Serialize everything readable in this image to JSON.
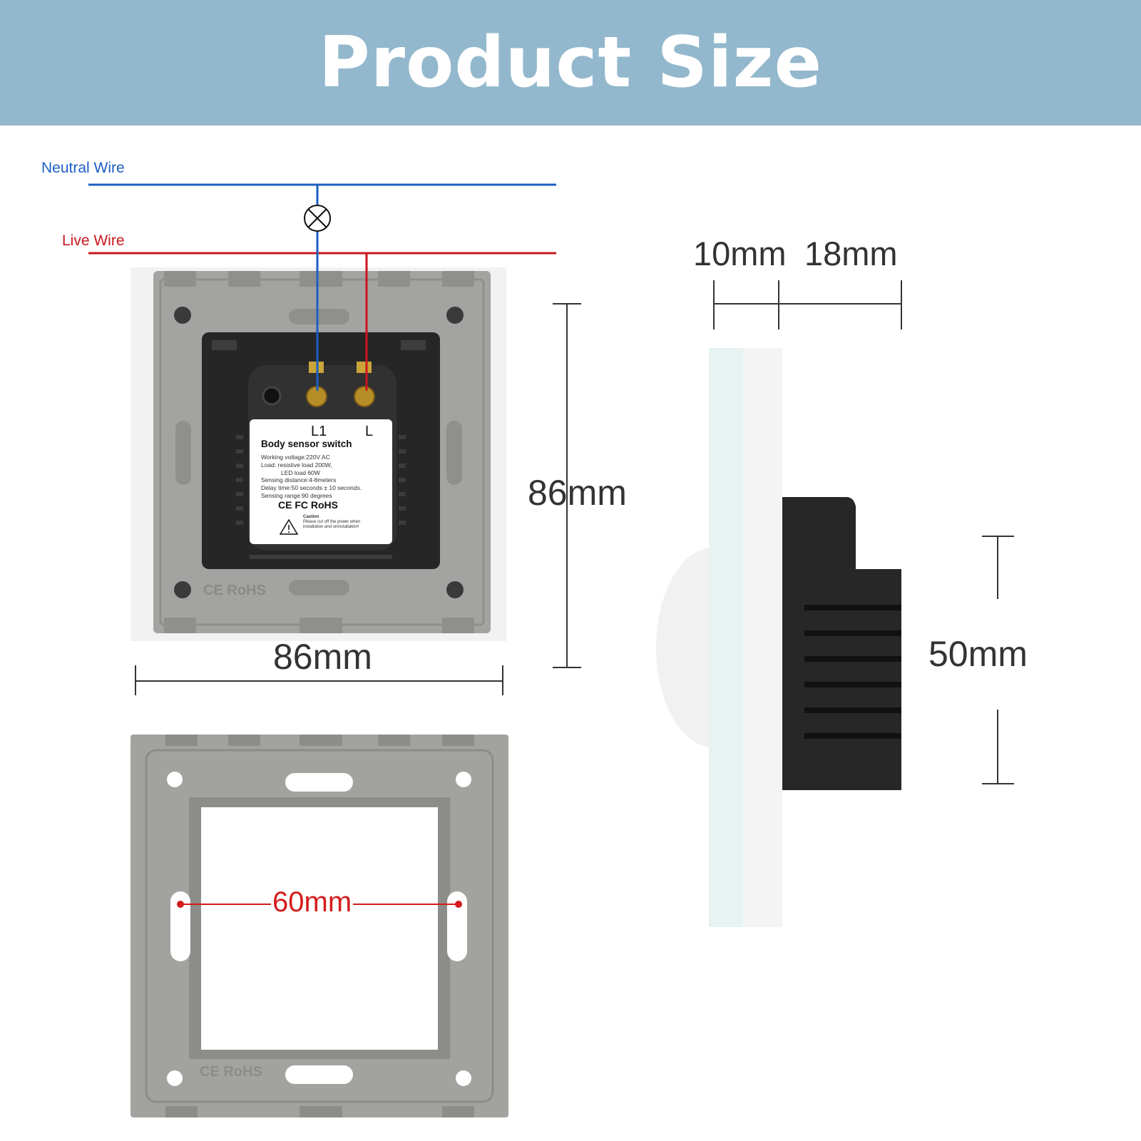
{
  "header": {
    "title": "Product Size"
  },
  "wiring": {
    "neutral_label": "Neutral Wire",
    "live_label": "Live Wire"
  },
  "switch_label": {
    "terminal_l1": "L1",
    "terminal_l": "L",
    "title": "Body sensor switch",
    "specs": [
      "Working voltage:220V AC",
      "Load: resistive load 200W,",
      "LED load 60W",
      "Sensing distance:4-8meters",
      "Delay time:50 seconds ± 10 seconds.",
      "Sensing range:90 degrees"
    ],
    "certifications": "CE FC RoHS",
    "caution_title": "Caution",
    "caution_text": "Please cut off the power when installation and uninstallation!"
  },
  "dimensions": {
    "width": "86mm",
    "height": "86mm",
    "panel_thickness": "10mm",
    "body_depth": "18mm",
    "body_height": "50mm",
    "mounting_hole_spacing": "60mm"
  },
  "colors": {
    "banner": "#93b8cd",
    "neutral_wire": "#1b5fc4",
    "live_wire": "#c9171e",
    "plate_gray": "#a2a29f",
    "switch_body": "#262626",
    "glass_edge": "#e6f3f2"
  }
}
